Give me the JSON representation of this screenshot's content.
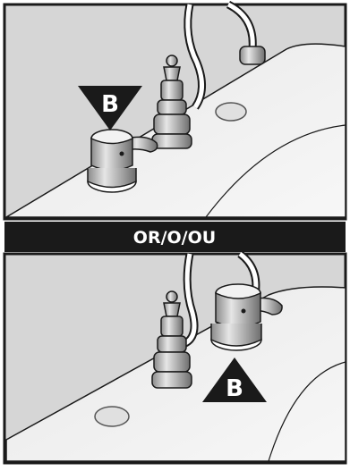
{
  "callout_top": {
    "letter": "B"
  },
  "divider": {
    "text": "OR/O/OU"
  },
  "callout_bottom": {
    "letter": "B"
  },
  "colors": {
    "ink": "#1a1a1a",
    "panel_bg": "#d9d9d9",
    "surface": "#efefef",
    "white": "#ffffff"
  }
}
